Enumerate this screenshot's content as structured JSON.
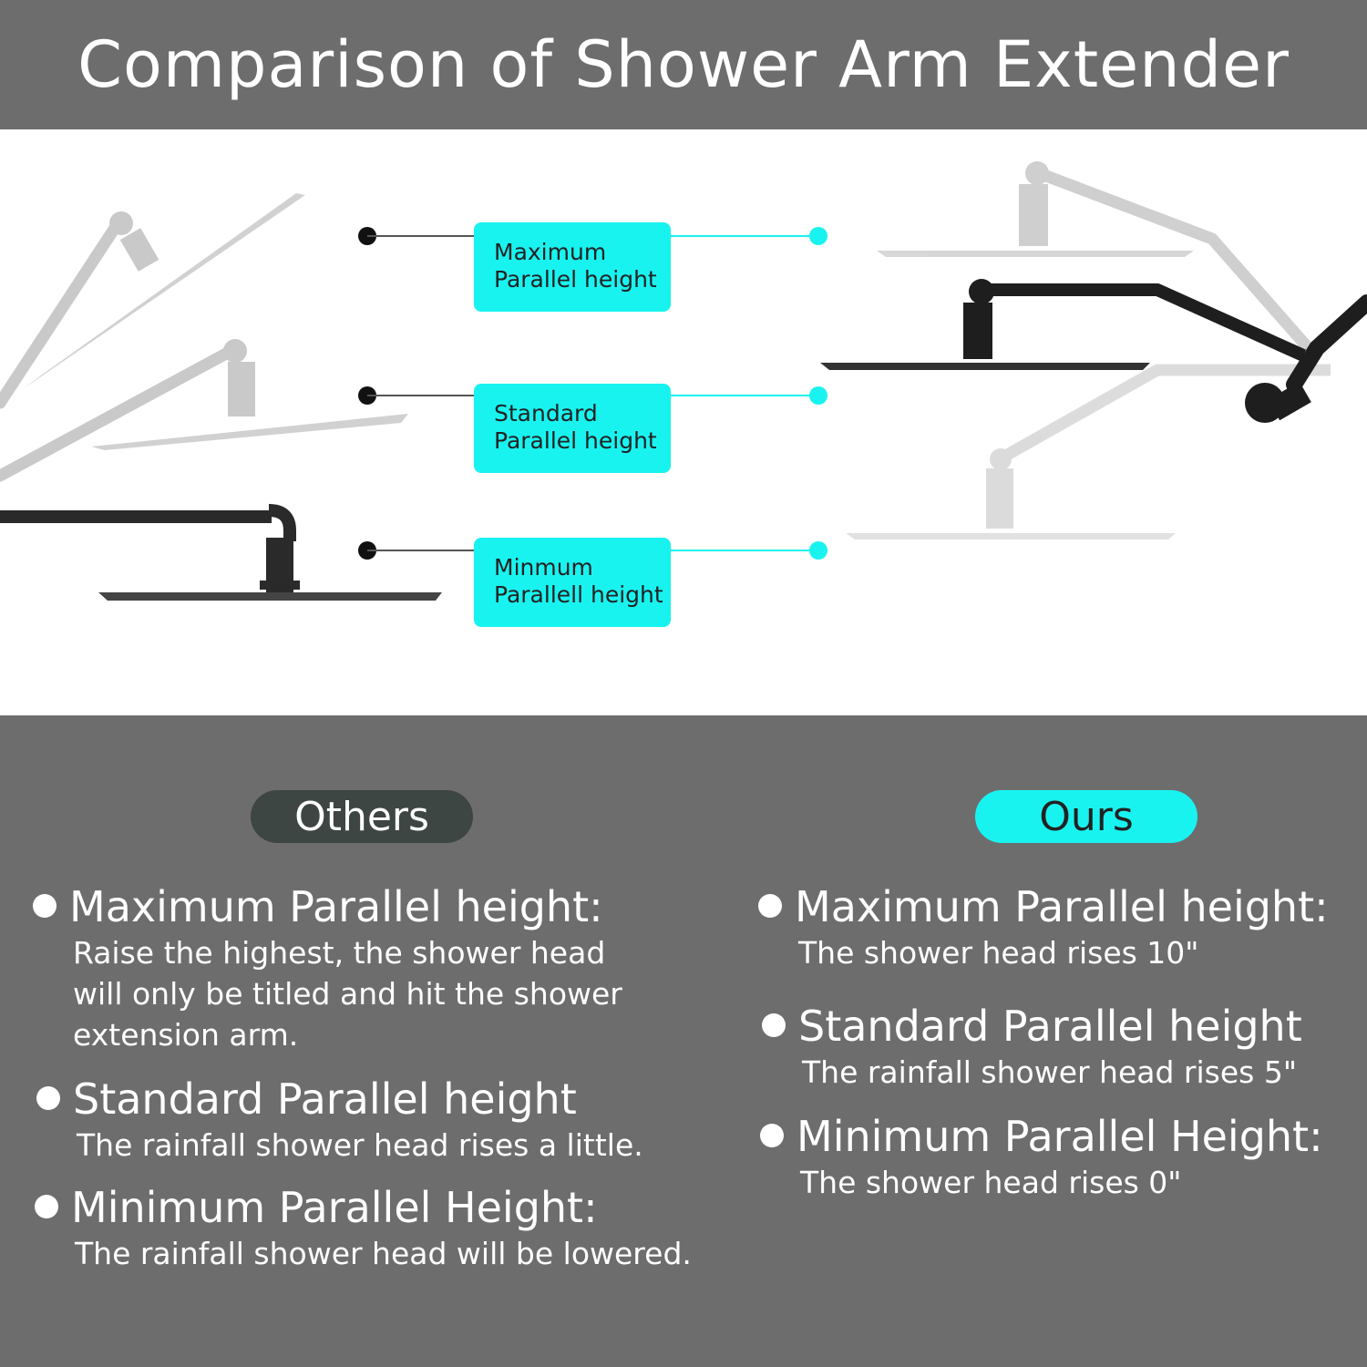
{
  "header": {
    "title": "Comparison of Shower Arm Extender"
  },
  "illustration": {
    "labels": [
      {
        "line1": "Maximum",
        "line2": "Parallel height"
      },
      {
        "line1": "Standard",
        "line2": "Parallel height"
      },
      {
        "line1": "Minmum",
        "line2": "Parallell height"
      }
    ]
  },
  "comparison": {
    "others": {
      "label": "Others",
      "items": [
        {
          "title": "Maximum Parallel height:",
          "desc": [
            "Raise the highest, the shower head",
            "will only be titled and hit the shower",
            "extension arm."
          ]
        },
        {
          "title": "Standard Parallel height",
          "desc": [
            "The rainfall shower head rises a little."
          ]
        },
        {
          "title": "Minimum Parallel Height:",
          "desc": [
            "The rainfall shower head will be lowered."
          ]
        }
      ]
    },
    "ours": {
      "label": "Ours",
      "items": [
        {
          "title": "Maximum Parallel height:",
          "desc": [
            "The shower head rises 10\""
          ]
        },
        {
          "title": "Standard Parallel height",
          "desc": [
            "The rainfall shower head rises 5\""
          ]
        },
        {
          "title": "Minimum Parallel Height:",
          "desc": [
            "The shower head rises 0\""
          ]
        }
      ]
    }
  },
  "colors": {
    "accent": "#19f3f0",
    "banner": "#6d6d6d",
    "dark_pill": "#3d4642"
  }
}
